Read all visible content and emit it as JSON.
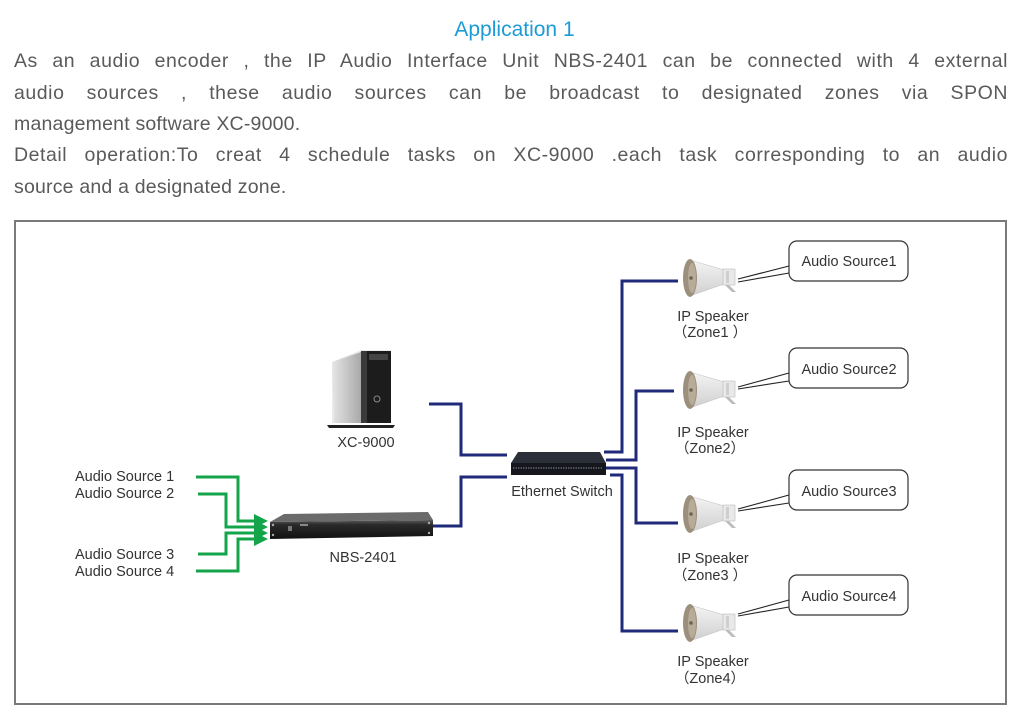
{
  "title": "Application 1",
  "paragraphs": {
    "intro_lines": [
      "As an audio encoder , the IP Audio Interface Unit NBS-2401 can be connected with 4 external",
      "audio sources , these audio sources can be broadcast to designated zones via SPON",
      "management software XC-9000."
    ],
    "detail_lines": [
      "Detail operation:To creat 4 schedule tasks on XC-9000 .each task corresponding to an audio",
      "source and a designated zone."
    ]
  },
  "diagram": {
    "colors": {
      "network_line": "#1f2a7a",
      "audio_line": "#14a54a",
      "frame": "#7a7a7a",
      "title": "#1c9bd6"
    },
    "server": {
      "label": "XC-9000",
      "icon": "tower-server-icon"
    },
    "switch": {
      "label": "Ethernet Switch",
      "icon": "network-switch-icon"
    },
    "encoder": {
      "label": "NBS-2401",
      "icon": "rack-unit-icon"
    },
    "inputs": [
      {
        "label": "Audio Source 1"
      },
      {
        "label": "Audio Source 2"
      },
      {
        "label": "Audio Source 3"
      },
      {
        "label": "Audio Source 4"
      }
    ],
    "speakers": [
      {
        "name": "IP Speaker",
        "zone": "（Zone1 ）",
        "callout": "Audio Source1"
      },
      {
        "name": "IP Speaker",
        "zone": "（Zone2）",
        "callout": "Audio Source2"
      },
      {
        "name": "IP Speaker",
        "zone": "（Zone3 ）",
        "callout": "Audio Source3"
      },
      {
        "name": "IP Speaker",
        "zone": "（Zone4）",
        "callout": "Audio Source4"
      }
    ]
  }
}
